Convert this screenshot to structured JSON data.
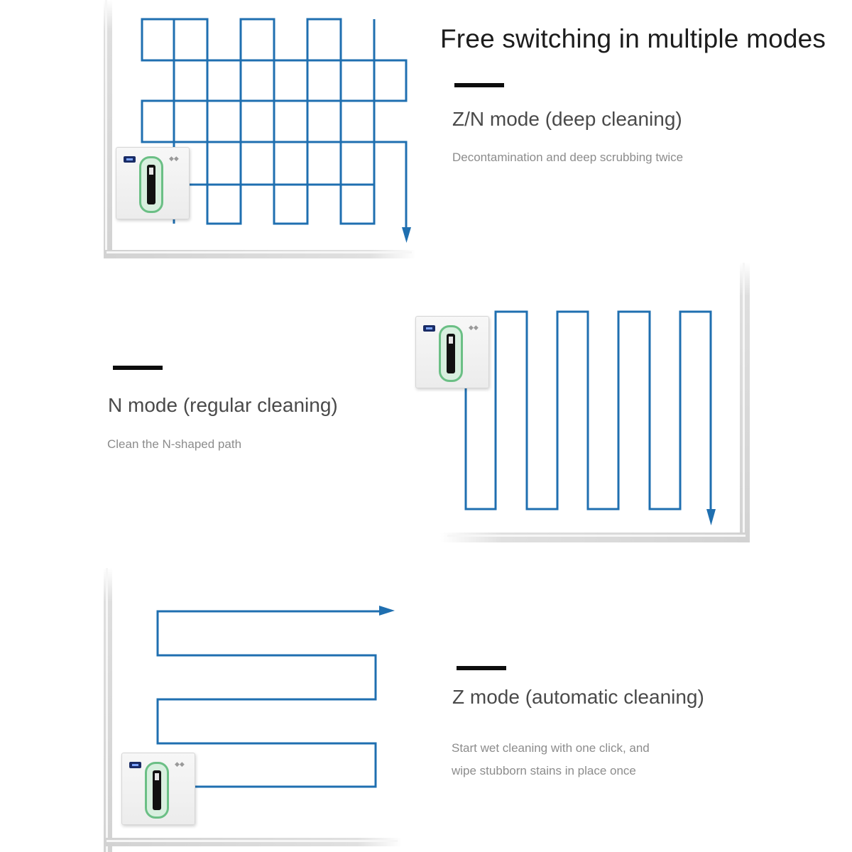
{
  "title": "Free switching in multiple modes",
  "modes": [
    {
      "name": "Z/N mode (deep cleaning)",
      "description": "Decontamination and deep scrubbing twice"
    },
    {
      "name": "N mode (regular cleaning)",
      "description": "Clean the N-shaped path"
    },
    {
      "name": "Z mode (automatic cleaning)",
      "description_line1": "Start wet cleaning with one click, and",
      "description_line2": "wipe stubborn stains in place once"
    }
  ],
  "colors": {
    "path": "#1f6fb0",
    "frame": "#dcdcdc",
    "accent_dash": "#0d0d0d",
    "robot_pad": "#6bbf85"
  },
  "icons": [
    "window-robot-icon",
    "path-arrow-icon"
  ]
}
